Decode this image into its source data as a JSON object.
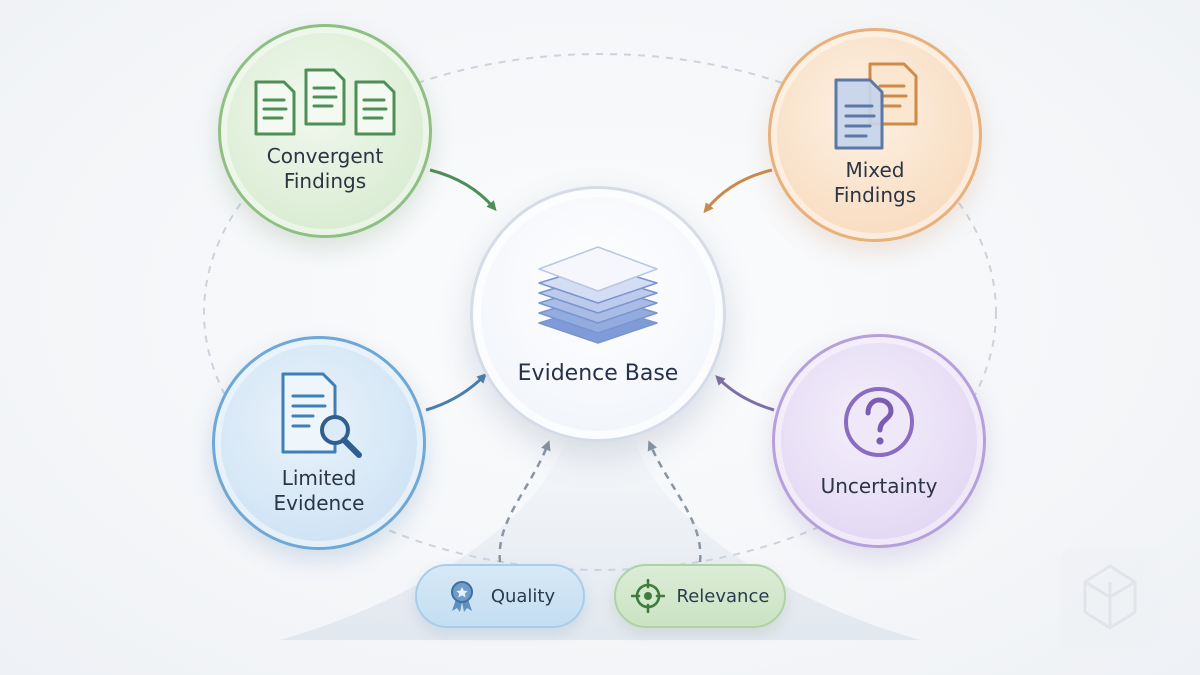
{
  "nodes": {
    "center": {
      "label": "Evidence Base",
      "icon": "layers-stack-icon",
      "color": "#6e8fd0"
    },
    "convergent": {
      "label": "Convergent\nFindings",
      "icon": "documents-icon",
      "color": "#5a9a55"
    },
    "mixed": {
      "label": "Mixed\nFindings",
      "icon": "mixed-documents-icon",
      "color": "#e39a55"
    },
    "limited": {
      "label": "Limited\nEvidence",
      "icon": "document-search-icon",
      "color": "#3f7fb8"
    },
    "uncertainty": {
      "label": "Uncertainty",
      "icon": "question-icon",
      "color": "#8a6cc2"
    }
  },
  "factors": {
    "quality": {
      "label": "Quality",
      "icon": "award-badge-icon",
      "color": "#3f7fb8"
    },
    "relevance": {
      "label": "Relevance",
      "icon": "target-icon",
      "color": "#4f8a48"
    }
  }
}
